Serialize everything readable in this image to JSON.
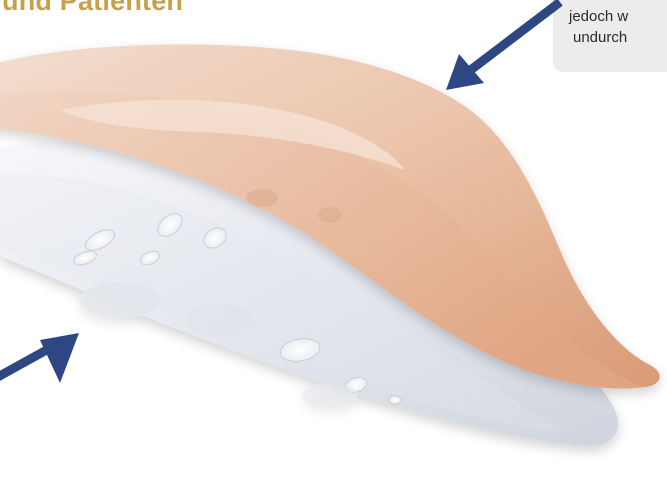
{
  "heading": {
    "text": "und Patienten"
  },
  "callout": {
    "line1": "jedoch w",
    "line2": "undurch"
  },
  "colors": {
    "heading": "#c7a04a",
    "arrow": "#2e4782",
    "skin_layer": "#e6b699",
    "silicone_layer": "#e3e7ee",
    "callout_bg": "#ececec"
  },
  "icons": {
    "arrow_top": "arrow-down-left-icon",
    "arrow_bottom": "arrow-up-right-icon"
  }
}
